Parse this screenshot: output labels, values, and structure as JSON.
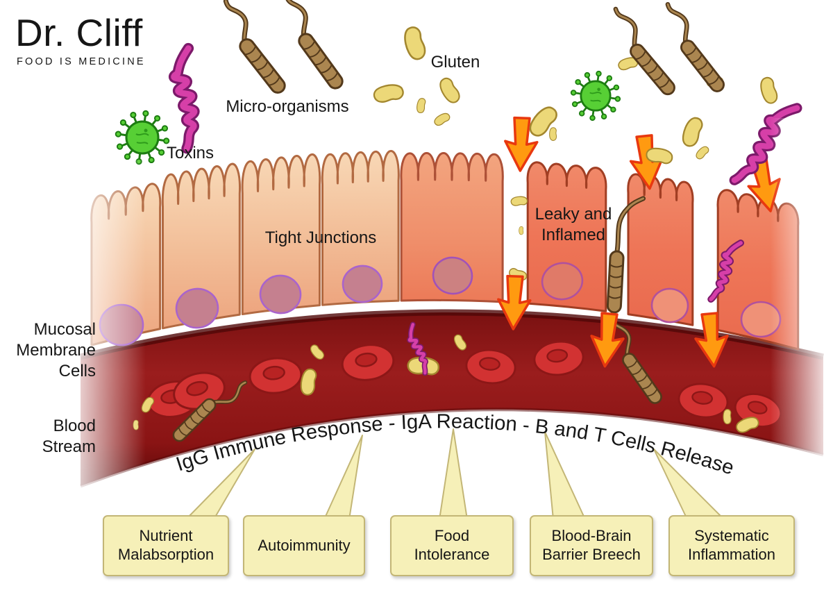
{
  "logo": {
    "title": "Dr. Cliff",
    "tagline": "FOOD IS MEDICINE"
  },
  "labels": {
    "toxins": "Toxins",
    "micro_organisms": "Micro-organisms",
    "gluten": "Gluten",
    "tight_junctions": "Tight Junctions",
    "leaky": [
      "Leaky and",
      "Inflamed"
    ],
    "mucosal": [
      "Mucosal",
      "Membrane",
      "Cells"
    ],
    "blood_stream": [
      "Blood",
      "Stream"
    ]
  },
  "caption": "IgG Immune Response - IgA Reaction - B and T Cells Release",
  "outcomes": [
    {
      "label": "Nutrient Malabsorption"
    },
    {
      "label": "Autoimmunity"
    },
    {
      "label": "Food Intolerance"
    },
    {
      "label": "Blood-Brain Barrier Breech"
    },
    {
      "label": "Systematic Inflammation"
    }
  ],
  "colors": {
    "wall_healthy": "#f2c09a",
    "wall_inflamed": "#ed7557",
    "wall_outline": "#b26a42",
    "blood": "#8e1616",
    "red_blood_cell": "#d23232",
    "gluten": "#ecd878",
    "gluten_outline": "#a3872f",
    "toxin": "#d63fa8",
    "toxin_outline": "#7c1a6a",
    "micro_organism": "#ab8650",
    "virus": "#57cf35",
    "arrow": "#ff9a10",
    "arrow_outline": "#e8380f",
    "callout_bg": "#f6f0b8",
    "callout_border": "#c3b676",
    "nucleus": "#c5808f",
    "nucleus_outline": "#a964cc"
  }
}
